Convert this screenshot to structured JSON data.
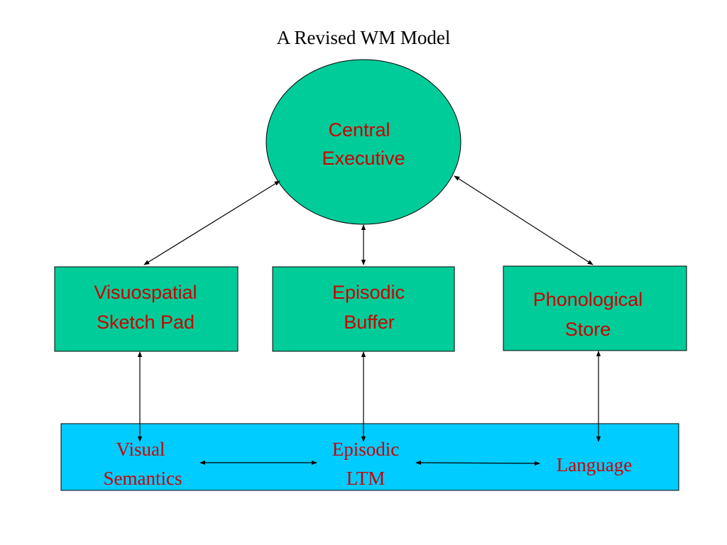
{
  "title": "A Revised WM Model",
  "colors": {
    "component_fill": "#00CC99",
    "ltm_fill": "#00CCFF",
    "label_text": "#CC0000",
    "outline": "#000000",
    "arrow": "#000000",
    "title_text": "#000000"
  },
  "central_executive": {
    "line1": "Central",
    "line2": "Executive"
  },
  "components": {
    "visuospatial": {
      "line1": "Visuospatial",
      "line2": "Sketch Pad"
    },
    "episodic_buffer": {
      "line1": "Episodic",
      "line2": "Buffer"
    },
    "phonological": {
      "line1": "Phonological",
      "line2": "Store"
    }
  },
  "long_term": {
    "visual_semantics": {
      "line1": "Visual",
      "line2": "Semantics"
    },
    "episodic_ltm": {
      "line1": "Episodic",
      "line2": "LTM"
    },
    "language": {
      "line1": "Language"
    }
  }
}
